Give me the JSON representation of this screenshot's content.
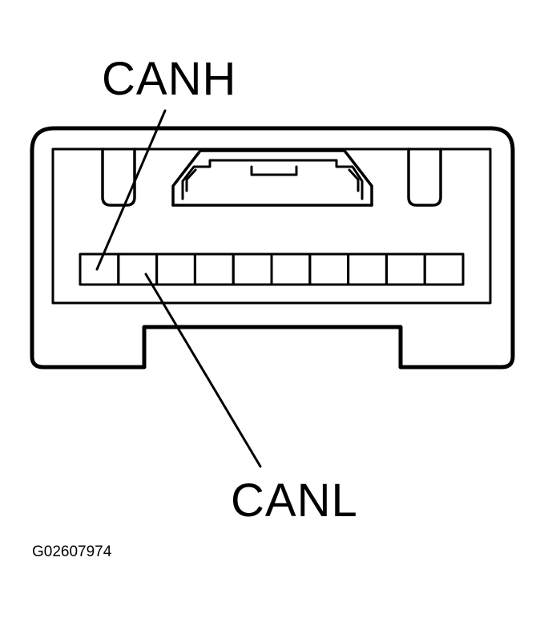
{
  "diagram": {
    "callouts": [
      {
        "id": "canh",
        "label": "CANH",
        "pin": 1
      },
      {
        "id": "canl",
        "label": "CANL",
        "pin": 2
      }
    ],
    "connector": {
      "pin_count": 10
    },
    "figure_id": "G02607974"
  }
}
